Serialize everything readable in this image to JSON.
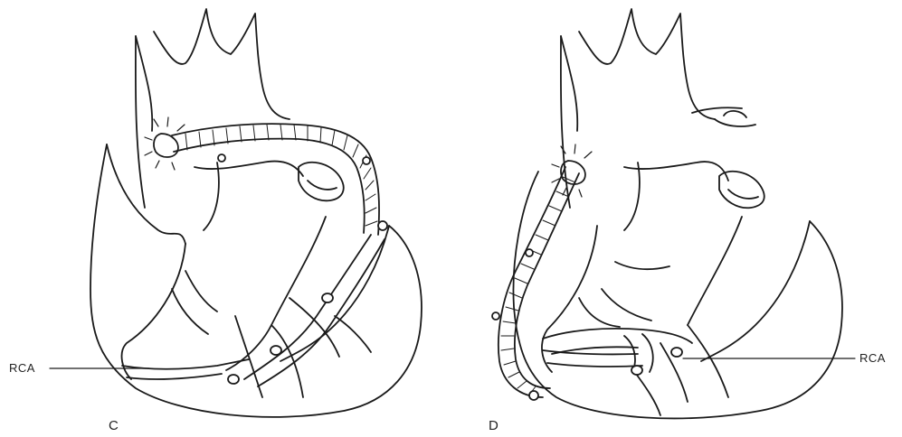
{
  "panels": [
    {
      "letter": "C",
      "label": "RCA"
    },
    {
      "letter": "D",
      "label": "RCA"
    }
  ],
  "colors": {
    "ink": "#1a1a1a",
    "background": "#ffffff"
  }
}
